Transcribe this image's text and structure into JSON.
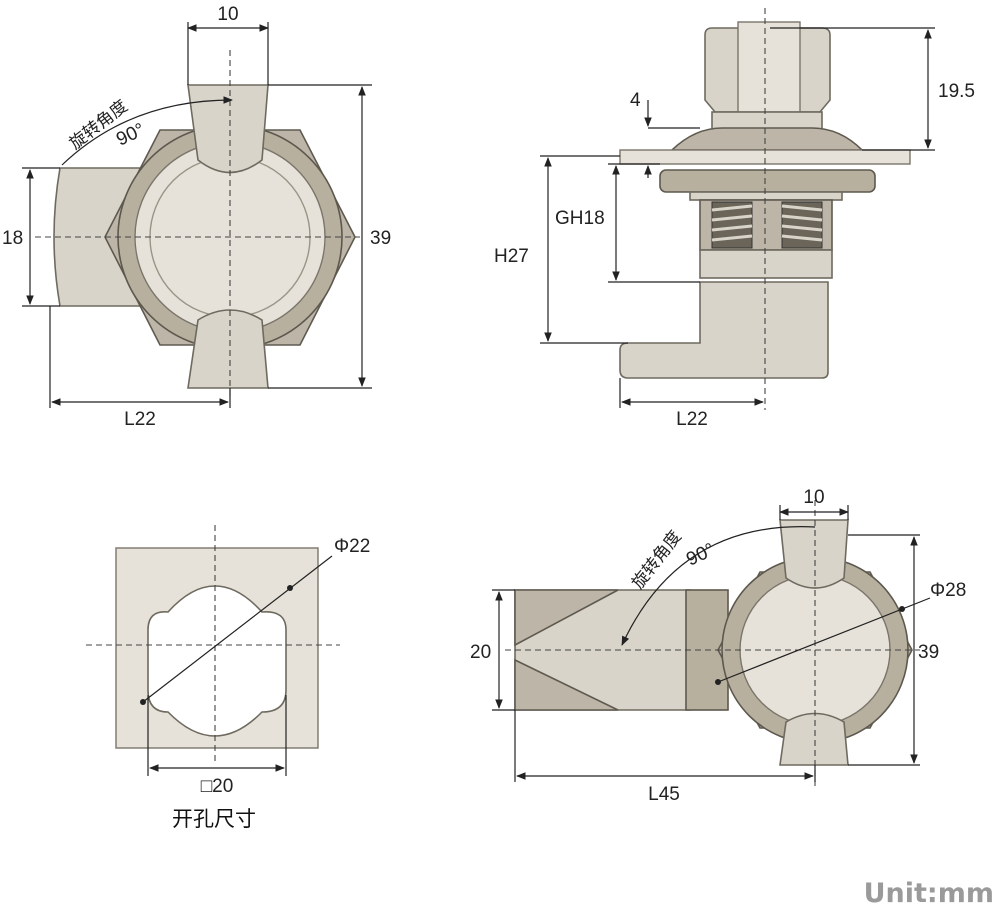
{
  "views": {
    "front_view": {
      "top_width": "10",
      "rotation_label": "旋转角度",
      "rotation_angle": "90°",
      "left_height": "18",
      "total_height": "39",
      "bottom_length": "L22"
    },
    "side_view": {
      "top_height": "19.5",
      "plate_thickness": "4",
      "grip_height": "GH18",
      "total_height": "H27",
      "bottom_length": "L22"
    },
    "cutout_view": {
      "diameter": "Φ22",
      "square_width": "□20",
      "caption": "开孔尺寸"
    },
    "extended_view": {
      "top_width": "10",
      "rotation_label": "旋转角度",
      "rotation_angle": "90°",
      "outer_diameter": "Φ28",
      "left_height": "20",
      "total_height": "39",
      "total_length": "L45"
    }
  },
  "footer": {
    "unit_label": "Unit:mm"
  }
}
